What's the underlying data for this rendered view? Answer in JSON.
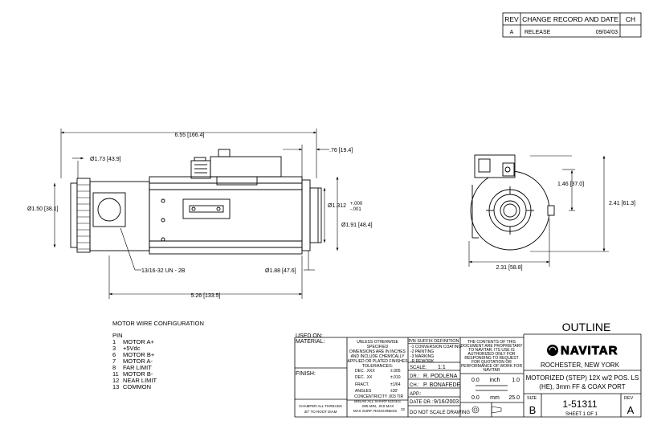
{
  "revision_block": {
    "headers": {
      "rev": "REV",
      "change": "CHANGE RECORD AND DATE",
      "ch": "CH"
    },
    "row": {
      "rev": "A",
      "change": "RELEASE",
      "date": "09/04/03"
    }
  },
  "dimensions": {
    "overall_length": "6.55 [166.4]",
    "flange_offset": ".76 [19.4]",
    "knurl_dia": "Ø1.73 [43.9]",
    "body_dia_left": "Ø1.50 [38.1]",
    "bore_dia": "Ø1.312",
    "bore_tol_plus": "+.000",
    "bore_tol_minus": "-.001",
    "front_dia": "Ø1.91 [48.4]",
    "thread": "13/16-32 UN - 2B",
    "barrel_dia": "Ø1.88 [47.6]",
    "body_length": "5.26 [133.5]",
    "end_height": "1.46 [37.0]",
    "end_total_height": "2.41 [61.3]",
    "end_width": "2.31 [58.8]"
  },
  "motor_wiring": {
    "title": "MOTOR WIRE CONFIGURATION",
    "pin_header": "PIN",
    "pins": [
      {
        "pin": "1",
        "label": "MOTOR A+"
      },
      {
        "pin": "3",
        "label": "+5Vdc"
      },
      {
        "pin": "6",
        "label": "MOTOR B+"
      },
      {
        "pin": "7",
        "label": "MOTOR A-"
      },
      {
        "pin": "8",
        "label": "FAR LIMIT"
      },
      {
        "pin": "11",
        "label": "MOTOR B-"
      },
      {
        "pin": "12",
        "label": "NEAR LIMIT"
      },
      {
        "pin": "13",
        "label": "COMMON"
      }
    ]
  },
  "title_block": {
    "used_on": "USED ON:",
    "material": "MATERIAL:",
    "finish": "FINISH:",
    "chamfer_1": "CHAMFER ALL THREADS",
    "chamfer_2": "30° TO ROOT DIAM",
    "general_note": [
      "UNLESS OTHERWISE",
      "SPECIFIED",
      "DIMENSIONS ARE IN INCHES",
      "AND INCLUDE CHEMICALLY",
      "APPLIED OR PLATED FINISHES"
    ],
    "tolerances": "TOLERANCES:",
    "tol_rows": [
      {
        "label": "DEC. .XXX",
        "value": "±.005"
      },
      {
        "label": "DEC. .XX",
        "value": "±.010"
      },
      {
        "label": "FRACT.",
        "value": "±1/64"
      },
      {
        "label": "ANGLES",
        "value": "±30'"
      }
    ],
    "concentricity": "CONCENTRICITY",
    "concentricity_val": ".003 TIR",
    "sharp_edges": "BREAK ALL SHARP EDGES",
    "sharp_edges_2": ".005 MIN, .010 MAX",
    "roughness": "MAX SURF. ROUGHNESS",
    "roughness_val": "32",
    "pin_suffix_title": "P/N SUFFIX DEFINITION",
    "pin_suffix": [
      "-1 CONVERSION COATING",
      "-2 PAINTING",
      "-3 MARKING",
      "-R REWORK"
    ],
    "scale_label": "SCALE:",
    "scale": "1:1",
    "dr_label": "DR.:",
    "dr": "R. PODLENA",
    "ch_label": "CH.:",
    "ch": "P. BONAFEDE",
    "app_label": "APP.:",
    "date_label": "DATE DR.:",
    "date": "9/16/2003",
    "no_scale": "DO NOT SCALE DRAWING",
    "proprietary": [
      "THE CONTENTS OF THIS",
      "DOCUMENT ARE PROPRIETARY",
      "TO NAVITAR. ITS USE IS",
      "AUTHORIZED ONLY FOR",
      "RESPONDING TO REQUEST",
      "FOR QUOTATION OR",
      "PERFORMANCE OF WORK FOR",
      "NAVITAR"
    ],
    "scale_bar_top": {
      "left": "0.0",
      "mid": "inch",
      "right": "1.0"
    },
    "scale_bar_bottom": {
      "left": "0.0",
      "mid": "mm",
      "right": "25.0"
    },
    "outline": "OUTLINE",
    "company_logo": "NAVITAR",
    "location": "ROCHESTER, NEW YORK",
    "description_1": "MOTORIZED (STEP) 12X w/2 POS. LS",
    "description_2": "(HE), 3mm FF & COAX PORT",
    "size_label": "SIZE",
    "size": "B",
    "part_number": "1-51311",
    "rev_label": "REV",
    "rev": "A",
    "sheet": "SHEET 1 OF 1"
  }
}
